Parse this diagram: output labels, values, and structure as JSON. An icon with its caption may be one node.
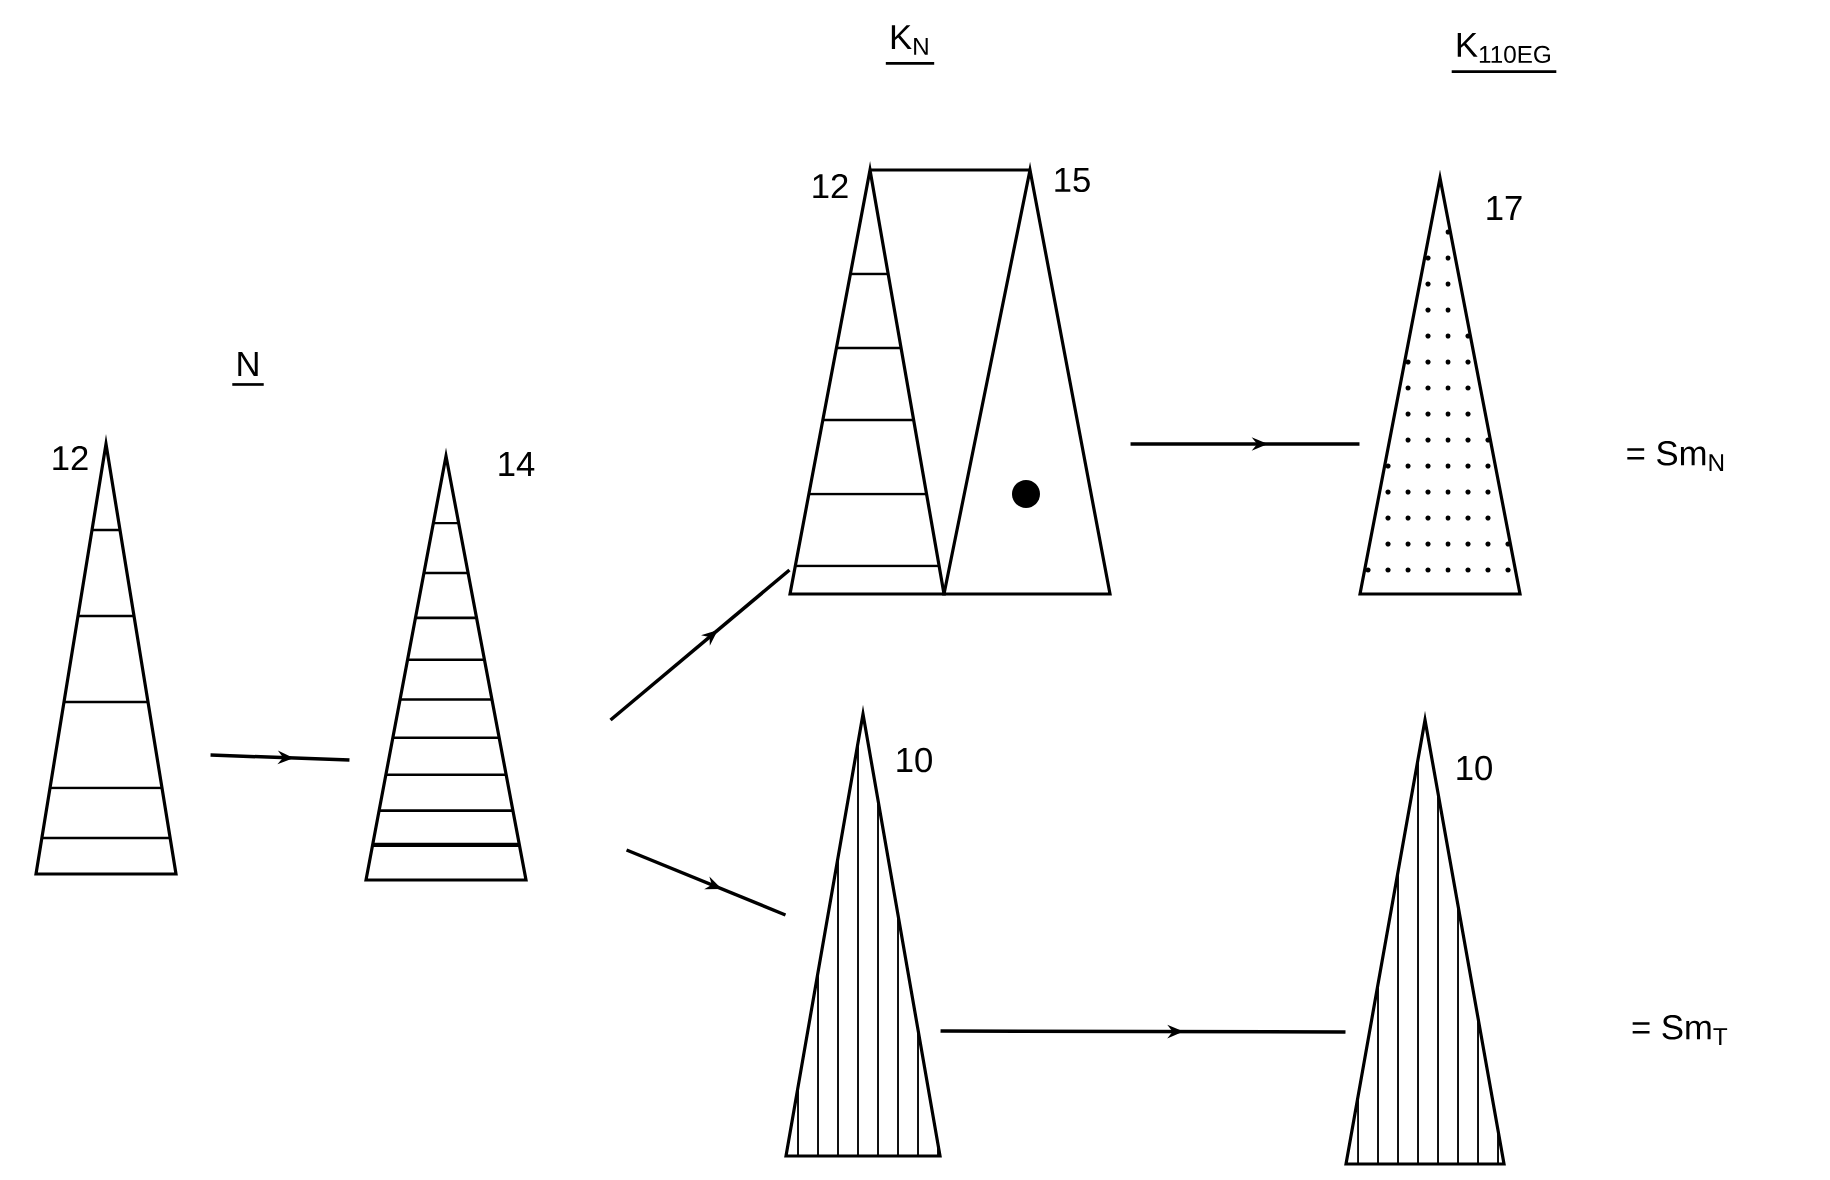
{
  "diagram": {
    "nodes": [
      {
        "text": [],
        "shape": "triangle",
        "beside": [
          "12"
        ]
      },
      {
        "text": [],
        "shape": "triangle",
        "beside": [
          "14"
        ]
      },
      {
        "text": [],
        "shape": "picture",
        "beside": [
          "12",
          "15"
        ]
      },
      {
        "text": [],
        "shape": "triangle",
        "beside": [
          "17"
        ]
      },
      {
        "text": [],
        "shape": "triangle",
        "beside": [
          "10"
        ]
      },
      {
        "text": [],
        "shape": "triangle",
        "beside": [
          "10"
        ]
      }
    ],
    "edges": [
      {
        "from": 0,
        "to": 1,
        "arrow": "to"
      },
      {
        "from": 1,
        "to": 2,
        "arrow": "to"
      },
      {
        "from": 2,
        "to": 3,
        "arrow": "to"
      },
      {
        "from": 1,
        "to": 4,
        "arrow": "to"
      },
      {
        "from": 4,
        "to": 5,
        "arrow": "to"
      }
    ],
    "labels": [
      "N",
      "K$_{N}$",
      "K$_{110EG}$",
      "= Sm$_{N}$",
      "= Sm$_{T}$"
    ]
  }
}
